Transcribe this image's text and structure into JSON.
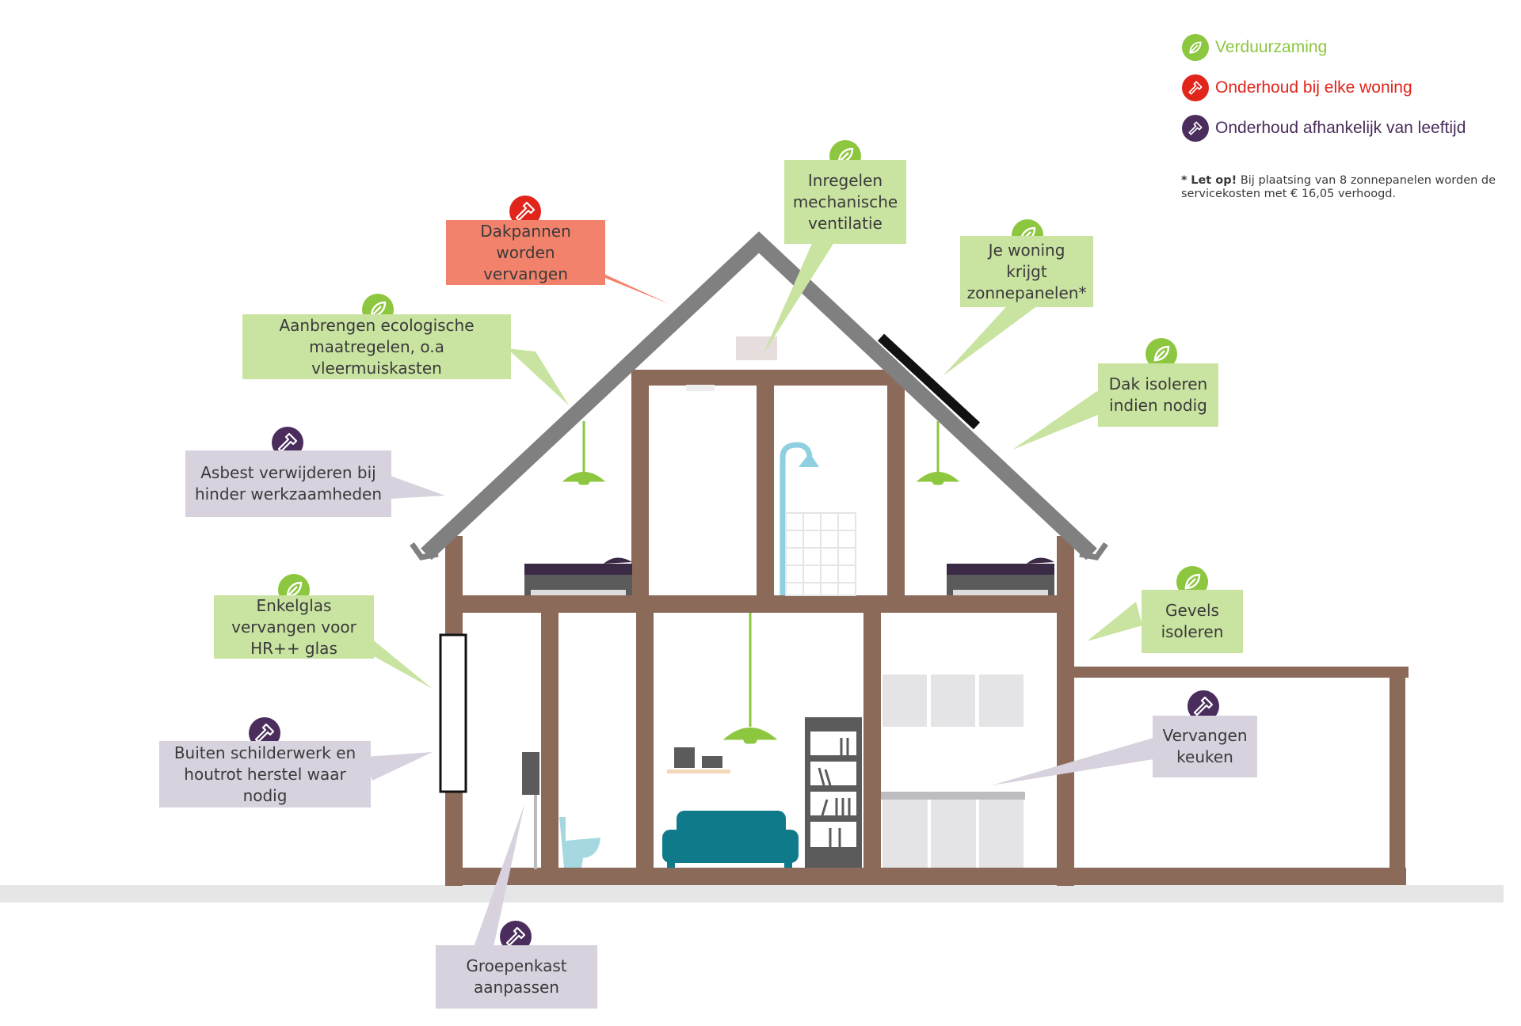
{
  "legend": [
    {
      "label": "Verduurzaming",
      "color": "#8dc63f",
      "icon": "leaf-icon"
    },
    {
      "label": "Onderhoud bij elke woning",
      "color": "#e1251b",
      "icon": "hammer-icon"
    },
    {
      "label": "Onderhoud afhankelijk van leeftijd",
      "color": "#4a2d5c",
      "icon": "hammer-icon"
    }
  ],
  "note": {
    "star": "*",
    "bold": "Let op!",
    "text": "Bij plaatsing van 8 zonnepanelen worden de servicekosten met € 16,05 verhoogd."
  },
  "callouts": {
    "dakpannen": {
      "text": "Dakpannen worden vervangen",
      "category": "red",
      "icon": "hammer-icon"
    },
    "ventilatie": {
      "text": "Inregelen mechanische ventilatie",
      "category": "green",
      "icon": "leaf-icon"
    },
    "zonnepanelen": {
      "text": "Je woning krijgt zonnepanelen*",
      "category": "green",
      "icon": "leaf-icon"
    },
    "ecologisch": {
      "text": "Aanbrengen ecologische maatregelen, o.a vleermuiskasten",
      "category": "green",
      "icon": "leaf-icon"
    },
    "dak_isoleren": {
      "text": "Dak isoleren indien nodig",
      "category": "green",
      "icon": "leaf-icon"
    },
    "asbest": {
      "text": "Asbest verwijderen bij hinder werkzaamheden",
      "category": "purple",
      "icon": "hammer-icon"
    },
    "enkelglas": {
      "text": "Enkelglas vervangen voor HR++ glas",
      "category": "green",
      "icon": "leaf-icon"
    },
    "gevels": {
      "text": "Gevels isoleren",
      "category": "green",
      "icon": "leaf-icon"
    },
    "schilderwerk": {
      "text": "Buiten schilderwerk en houtrot herstel waar nodig",
      "category": "purple",
      "icon": "hammer-icon"
    },
    "keuken": {
      "text": "Vervangen keuken",
      "category": "purple",
      "icon": "hammer-icon"
    },
    "groepenkast": {
      "text": "Groepenkast aanpassen",
      "category": "purple",
      "icon": "hammer-icon"
    }
  },
  "colors": {
    "green": "#8dc63f",
    "red": "#e1251b",
    "purple": "#4a2d5c",
    "wall": "#8b6a5a",
    "roof": "#7a7a7a",
    "sofa": "#0e7a8a"
  }
}
